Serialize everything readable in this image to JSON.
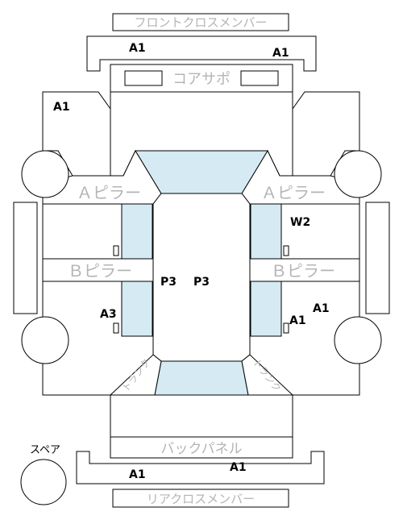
{
  "labels": {
    "front_cross_member": "フロントクロスメンバー",
    "core_support": "コアサポ",
    "a_pillar_left": "Ａピラー",
    "a_pillar_right": "Ａピラー",
    "b_pillar_left": "Ｂピラー",
    "b_pillar_right": "Ｂピラー",
    "trunk_left": "トランク",
    "trunk_right": "トランク",
    "back_panel": "バックパネル",
    "spare": "スペア",
    "rear_cross_member": "リアクロスメンバー"
  },
  "grades": {
    "front_member_left": "A1",
    "front_member_right": "A1",
    "left_front_side": "A1",
    "right_center_upper": "W2",
    "floor_left": "P3",
    "floor_right": "P3",
    "right_center_lower_a": "A1",
    "right_center_lower_b": "A1",
    "left_center_lower": "A3",
    "rear_member_left": "A1",
    "rear_member_right": "A1"
  },
  "colors": {
    "fill_light_blue": "#d5eaf2",
    "stroke": "#000000",
    "label_grey": "#b4b4b4"
  }
}
